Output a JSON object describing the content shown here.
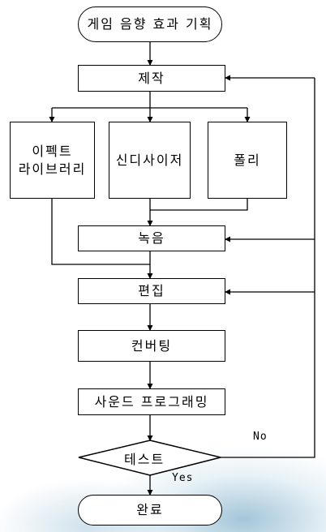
{
  "flowchart": {
    "start": "게임 음향 효과 기획",
    "production": "제작",
    "effect_library": "이펙트\n라이브러리",
    "synthesizer": "신디사이저",
    "foley": "폴리",
    "recording": "녹음",
    "editing": "편집",
    "converting": "컨버팅",
    "sound_programming": "사운드 프로그래밍",
    "test": "테스트",
    "done": "완료",
    "label_no": "No",
    "label_yes": "Yes"
  },
  "colors": {
    "line": "#000000",
    "node_fill": "#ffffff",
    "background_accent": "#6aa0c0"
  }
}
